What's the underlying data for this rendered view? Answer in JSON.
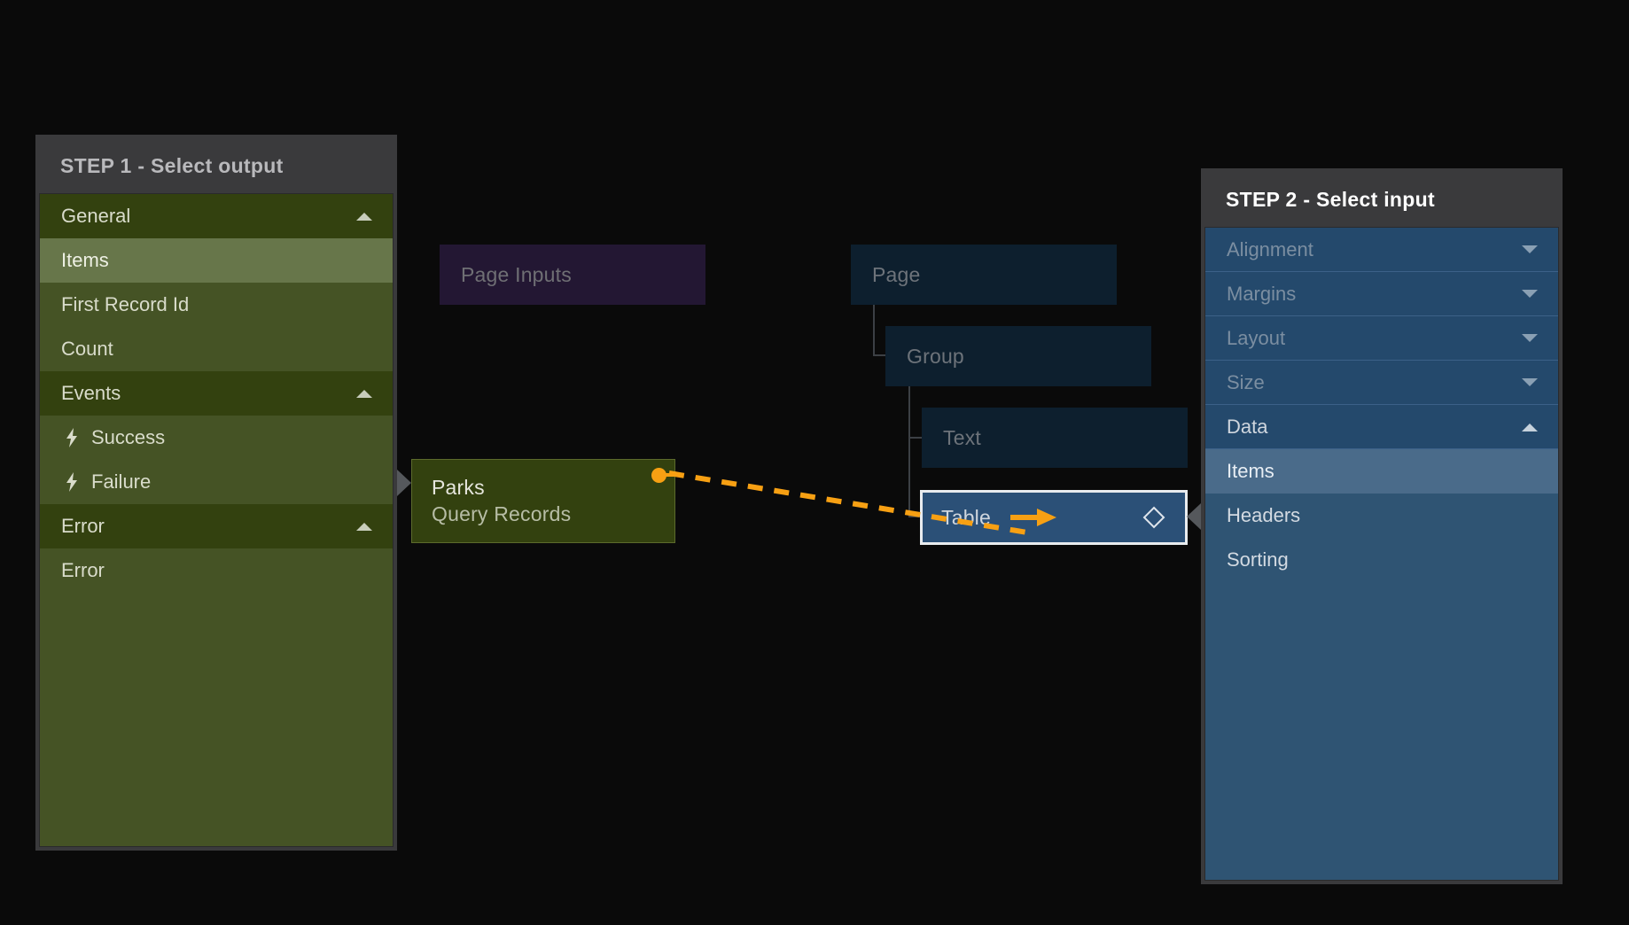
{
  "canvas": {
    "background_color": "#0a0a0a",
    "accent_color": "#f7a013",
    "output_panel_color": "#455325",
    "input_panel_color": "#2f5473"
  },
  "step1_panel": {
    "title": "STEP 1 - Select output",
    "sections": [
      {
        "label": "General",
        "collapse_icon": "chevron-up-icon",
        "expanded": true,
        "items": [
          {
            "label": "Items",
            "selected": true
          },
          {
            "label": "First Record Id",
            "selected": false
          },
          {
            "label": "Count",
            "selected": false
          }
        ]
      },
      {
        "label": "Events",
        "collapse_icon": "chevron-up-icon",
        "expanded": true,
        "items": [
          {
            "label": "Success",
            "icon": "lightning-bolt-icon",
            "selected": false
          },
          {
            "label": "Failure",
            "icon": "lightning-bolt-icon",
            "selected": false
          }
        ]
      },
      {
        "label": "Error",
        "collapse_icon": "chevron-up-icon",
        "expanded": true,
        "items": [
          {
            "label": "Error",
            "selected": false
          }
        ]
      }
    ]
  },
  "step2_panel": {
    "title": "STEP 2 - Select input",
    "sections": [
      {
        "label": "Alignment",
        "collapse_icon": "chevron-down-icon",
        "expanded": false,
        "items": []
      },
      {
        "label": "Margins",
        "collapse_icon": "chevron-down-icon",
        "expanded": false,
        "items": []
      },
      {
        "label": "Layout",
        "collapse_icon": "chevron-down-icon",
        "expanded": false,
        "items": []
      },
      {
        "label": "Size",
        "collapse_icon": "chevron-down-icon",
        "expanded": false,
        "items": []
      },
      {
        "label": "Data",
        "collapse_icon": "chevron-up-icon",
        "expanded": true,
        "items": [
          {
            "label": "Items",
            "selected": true
          },
          {
            "label": "Headers",
            "selected": false
          },
          {
            "label": "Sorting",
            "selected": false
          }
        ]
      }
    ]
  },
  "nodes": {
    "page_inputs": {
      "label": "Page Inputs"
    },
    "page": {
      "label": "Page"
    },
    "group": {
      "label": "Group"
    },
    "text": {
      "label": "Text"
    },
    "parks": {
      "title": "Parks",
      "subtitle": "Query Records"
    },
    "table": {
      "label": "Table",
      "badge_icon": "diamond-icon"
    }
  },
  "connection": {
    "style": "dashed",
    "color": "#f7a013",
    "from": "Parks",
    "to": "Table",
    "arrow_icon": "arrow-right-icon"
  },
  "handles": {
    "left_handle_icon": "triangle-right-icon",
    "right_handle_icon": "triangle-left-icon"
  }
}
